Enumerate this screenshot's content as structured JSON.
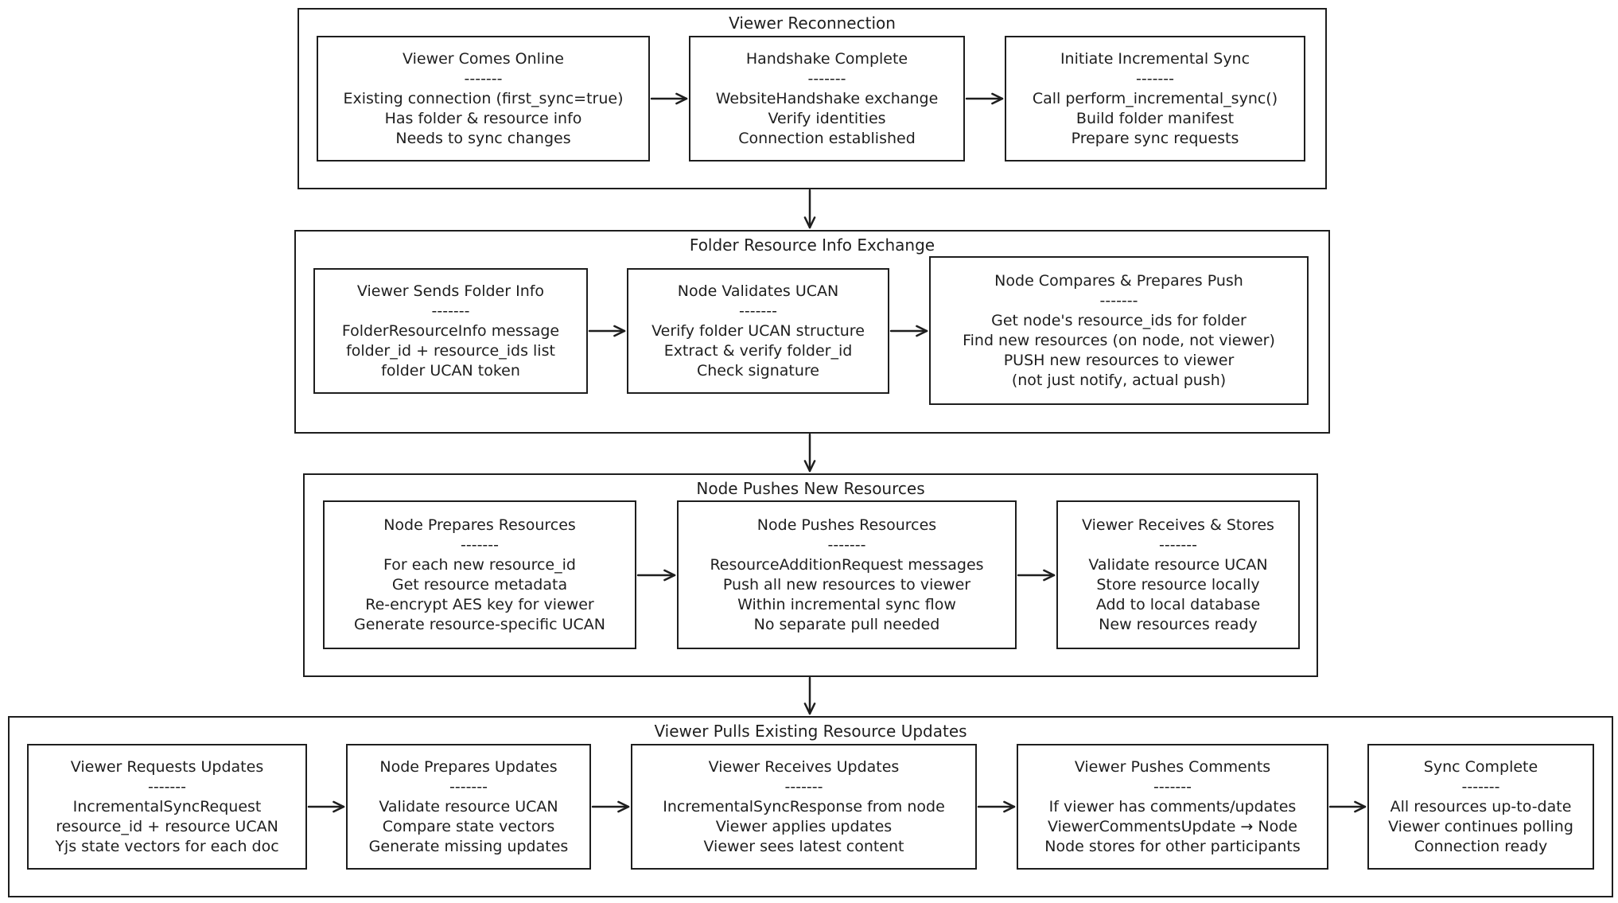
{
  "groups": [
    {
      "title": "Viewer Reconnection",
      "nodes": [
        {
          "title": "Viewer Comes Online",
          "sep": "-------",
          "lines": [
            "Existing connection (first_sync=true)",
            "Has folder & resource info",
            "Needs to sync changes"
          ]
        },
        {
          "title": "Handshake Complete",
          "sep": "-------",
          "lines": [
            "WebsiteHandshake exchange",
            "Verify identities",
            "Connection established"
          ]
        },
        {
          "title": "Initiate Incremental Sync",
          "sep": "-------",
          "lines": [
            "Call perform_incremental_sync()",
            "Build folder manifest",
            "Prepare sync requests"
          ]
        }
      ]
    },
    {
      "title": "Folder Resource Info Exchange",
      "nodes": [
        {
          "title": "Viewer Sends Folder Info",
          "sep": "-------",
          "lines": [
            "FolderResourceInfo message",
            "folder_id + resource_ids list",
            "folder UCAN token"
          ]
        },
        {
          "title": "Node Validates UCAN",
          "sep": "-------",
          "lines": [
            "Verify folder UCAN structure",
            "Extract & verify folder_id",
            "Check signature"
          ]
        },
        {
          "title": "Node Compares & Prepares Push",
          "sep": "-------",
          "lines": [
            "Get node's resource_ids for folder",
            "Find new resources (on node, not viewer)",
            "PUSH new resources to viewer",
            "(not just notify, actual push)"
          ]
        }
      ]
    },
    {
      "title": "Node Pushes New Resources",
      "nodes": [
        {
          "title": "Node Prepares Resources",
          "sep": "-------",
          "lines": [
            "For each new resource_id",
            "Get resource metadata",
            "Re-encrypt AES key for viewer",
            "Generate resource-specific UCAN"
          ]
        },
        {
          "title": "Node Pushes Resources",
          "sep": "-------",
          "lines": [
            "ResourceAdditionRequest messages",
            "Push all new resources to viewer",
            "Within incremental sync flow",
            "No separate pull needed"
          ]
        },
        {
          "title": "Viewer Receives & Stores",
          "sep": "-------",
          "lines": [
            "Validate resource UCAN",
            "Store resource locally",
            "Add to local database",
            "New resources ready"
          ]
        }
      ]
    },
    {
      "title": "Viewer Pulls Existing Resource Updates",
      "nodes": [
        {
          "title": "Viewer Requests Updates",
          "sep": "-------",
          "lines": [
            "IncrementalSyncRequest",
            "resource_id + resource UCAN",
            "Yjs state vectors for each doc"
          ]
        },
        {
          "title": "Node Prepares Updates",
          "sep": "-------",
          "lines": [
            "Validate resource UCAN",
            "Compare state vectors",
            "Generate missing updates"
          ]
        },
        {
          "title": "Viewer Receives Updates",
          "sep": "-------",
          "lines": [
            "IncrementalSyncResponse from node",
            "Viewer applies updates",
            "Viewer sees latest content"
          ]
        },
        {
          "title": "Viewer Pushes Comments",
          "sep": "-------",
          "lines": [
            "If viewer has comments/updates",
            "ViewerCommentsUpdate → Node",
            "Node stores for other participants"
          ]
        },
        {
          "title": "Sync Complete",
          "sep": "-------",
          "lines": [
            "All resources up-to-date",
            "Viewer continues polling",
            "Connection ready"
          ]
        }
      ]
    }
  ]
}
